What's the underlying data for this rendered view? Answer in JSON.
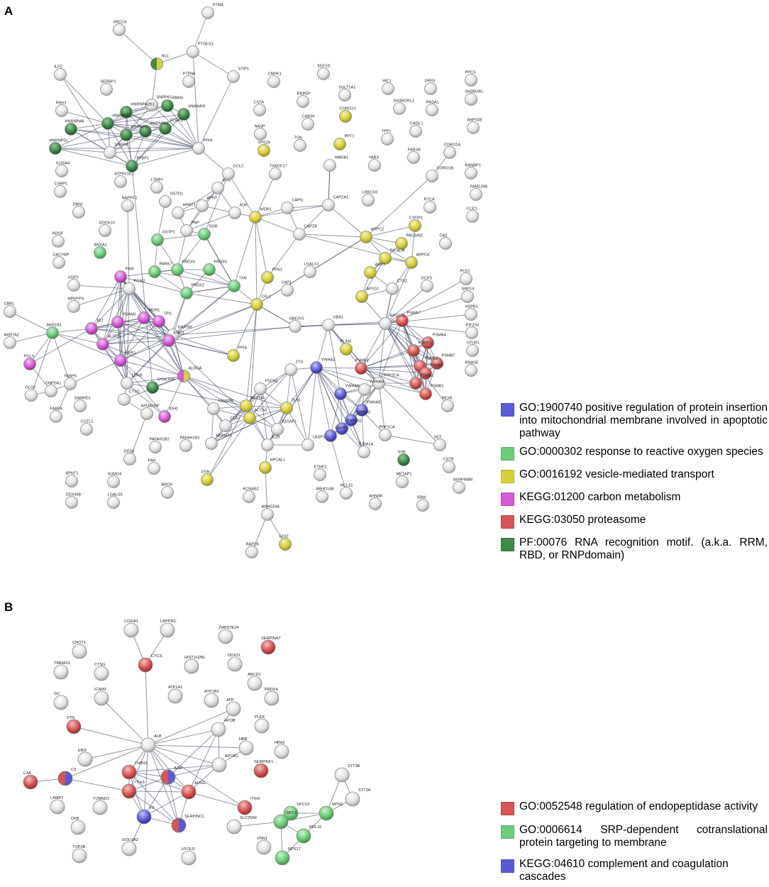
{
  "panel_a": {
    "letter": "A",
    "legend": [
      {
        "color": "#5b5bd6",
        "text": "GO:1900740 positive regulation of protein insertion into mitochondrial membrane involved in apoptotic pathway"
      },
      {
        "color": "#6fcc7a",
        "text": "GO:0000302 response to reactive oxygen species"
      },
      {
        "color": "#d6cf3e",
        "text": "GO:0016192 vesicle-mediated transport"
      },
      {
        "color": "#d35bd6",
        "text": "KEGG:01200 carbon metabolism"
      },
      {
        "color": "#d65656",
        "text": "KEGG:03050 proteasome"
      },
      {
        "color": "#3f8a4a",
        "text": "PF:00076 RNA recognition motif. (a.k.a. RRM, RBD, or RNPdomain)"
      }
    ],
    "nodes": [
      {
        "label": "PTMA",
        "c": "w"
      },
      {
        "label": "XRCC6",
        "c": "w"
      },
      {
        "label": "NCL",
        "c": "gdy"
      },
      {
        "label": "PTGES3",
        "c": "w"
      },
      {
        "label": "STIP1",
        "c": "w"
      },
      {
        "label": "PTPN6",
        "c": "w"
      },
      {
        "label": "ILF2",
        "c": "w"
      },
      {
        "label": "SERBP1",
        "c": "w"
      },
      {
        "label": "RNH1",
        "c": "w"
      },
      {
        "label": "SNRPA1",
        "c": "w"
      },
      {
        "label": "RBMX",
        "c": "gd"
      },
      {
        "label": "HNRNPA2B1",
        "c": "gd"
      },
      {
        "label": "HNRNPR",
        "c": "gd"
      },
      {
        "label": "HNRNPA1",
        "c": "gd"
      },
      {
        "label": "PCBP2",
        "c": "gd"
      },
      {
        "label": "HNRNPAB",
        "c": "gd"
      },
      {
        "label": "HNRNPA3",
        "c": "gd"
      },
      {
        "label": "HNRNPD",
        "c": "gd"
      },
      {
        "label": "SNRPB",
        "c": "w"
      },
      {
        "label": "HNRNPDL",
        "c": "gd"
      },
      {
        "label": "PTBP1",
        "c": "gd"
      },
      {
        "label": "PPIH",
        "c": "w"
      },
      {
        "label": "S100A4",
        "c": "w"
      },
      {
        "label": "ATP6V1E1",
        "c": "w"
      },
      {
        "label": "CSRP1",
        "c": "w"
      },
      {
        "label": "LTA4H",
        "c": "w"
      },
      {
        "label": "DBN1",
        "c": "w"
      },
      {
        "label": "NAPRT1",
        "c": "w"
      },
      {
        "label": "GSTO1",
        "c": "w"
      },
      {
        "label": "HPRT1",
        "c": "w"
      },
      {
        "label": "APRT",
        "c": "w"
      },
      {
        "label": "ATIC",
        "c": "w"
      },
      {
        "label": "GCLC",
        "c": "w"
      },
      {
        "label": "ADK",
        "c": "w"
      },
      {
        "label": "CMPK1",
        "c": "w"
      },
      {
        "label": "EEF1D",
        "c": "w"
      },
      {
        "label": "CSTA",
        "c": "w"
      },
      {
        "label": "RNPEP",
        "c": "w"
      },
      {
        "label": "CAB39",
        "c": "w"
      },
      {
        "label": "NASP",
        "c": "w"
      },
      {
        "label": "VPS29",
        "c": "y"
      },
      {
        "label": "TSN",
        "c": "w"
      },
      {
        "label": "SULT1A1",
        "c": "w"
      },
      {
        "label": "CORO1C",
        "c": "y"
      },
      {
        "label": "PPT1",
        "c": "y"
      },
      {
        "label": "TPP1",
        "c": "w"
      },
      {
        "label": "HMGB1",
        "c": "w"
      },
      {
        "label": "TXNDC17",
        "c": "w"
      },
      {
        "label": "VAT1",
        "c": "w"
      },
      {
        "label": "SH3BGRL3",
        "c": "w"
      },
      {
        "label": "DPP3",
        "c": "w"
      },
      {
        "label": "RASA1",
        "c": "w"
      },
      {
        "label": "CHI3L1",
        "c": "w"
      },
      {
        "label": "PPCS",
        "c": "w"
      },
      {
        "label": "SH3BGRL",
        "c": "w"
      },
      {
        "label": "ANP32E",
        "c": "w"
      },
      {
        "label": "YARS",
        "c": "w"
      },
      {
        "label": "FARSB",
        "c": "w"
      },
      {
        "label": "CORO1A",
        "c": "w"
      },
      {
        "label": "CORO1B",
        "c": "w"
      },
      {
        "label": "RANBP1",
        "c": "w"
      },
      {
        "label": "FAM129B",
        "c": "w"
      },
      {
        "label": "LRRC59",
        "c": "w"
      },
      {
        "label": "CAPZA1",
        "c": "w"
      },
      {
        "label": "CAPG",
        "c": "w"
      },
      {
        "label": "WDR1",
        "c": "y"
      },
      {
        "label": "CAPZB",
        "c": "w"
      },
      {
        "label": "RTCA",
        "c": "w"
      },
      {
        "label": "CLIC1",
        "c": "w"
      },
      {
        "label": "HDGF",
        "c": "w"
      },
      {
        "label": "DOCK10",
        "c": "w"
      },
      {
        "label": "ANXA1",
        "c": "g"
      },
      {
        "label": "CACYBP",
        "c": "w"
      },
      {
        "label": "GSTP1",
        "c": "g"
      },
      {
        "label": "PNP",
        "c": "w"
      },
      {
        "label": "GSR",
        "c": "g"
      },
      {
        "label": "ARPC2",
        "c": "y"
      },
      {
        "label": "CYFIP1",
        "c": "y"
      },
      {
        "label": "PACSIN2",
        "c": "y"
      },
      {
        "label": "CA2",
        "c": "w"
      },
      {
        "label": "PICALM",
        "c": "y"
      },
      {
        "label": "ARPC4",
        "c": "y"
      },
      {
        "label": "UGP2",
        "c": "w"
      },
      {
        "label": "PKM",
        "c": "m"
      },
      {
        "label": "PARK7",
        "c": "g"
      },
      {
        "label": "PRDX6",
        "c": "g"
      },
      {
        "label": "PRDX5",
        "c": "g"
      },
      {
        "label": "TXN",
        "c": "g"
      },
      {
        "label": "PFN1",
        "c": "y"
      },
      {
        "label": "LGALS1",
        "c": "w"
      },
      {
        "label": "ARF1",
        "c": "y"
      },
      {
        "label": "PLEC",
        "c": "w"
      },
      {
        "label": "DCPS",
        "c": "w"
      },
      {
        "label": "SRP14",
        "c": "w"
      },
      {
        "label": "PGM2",
        "c": "w"
      },
      {
        "label": "PRDX2",
        "c": "g"
      },
      {
        "label": "CAP1",
        "c": "w"
      },
      {
        "label": "AP1G1",
        "c": "y"
      },
      {
        "label": "CTSZ",
        "c": "w"
      },
      {
        "label": "HSPB1",
        "c": "w"
      },
      {
        "label": "NPEPPS",
        "c": "w"
      },
      {
        "label": "CBR1",
        "c": "w"
      },
      {
        "label": "PGAM1",
        "c": "m"
      },
      {
        "label": "MDH1",
        "c": "m"
      },
      {
        "label": "TPI1",
        "c": "m"
      },
      {
        "label": "CFL1",
        "c": "y"
      },
      {
        "label": "PSMA7",
        "c": "r"
      },
      {
        "label": "RPS27A",
        "c": "w"
      },
      {
        "label": "AKR1B1",
        "c": "g"
      },
      {
        "label": "TKT",
        "c": "m"
      },
      {
        "label": "GAPDH",
        "c": "w"
      },
      {
        "label": "ENO1",
        "c": "m"
      },
      {
        "label": "UBE2V1",
        "c": "w"
      },
      {
        "label": "UBA1",
        "c": "w"
      },
      {
        "label": "EIF2S3",
        "c": "w"
      },
      {
        "label": "AKR7A2",
        "c": "w"
      },
      {
        "label": "ALDOC",
        "c": "m"
      },
      {
        "label": "PSMA4",
        "c": "r"
      },
      {
        "label": "PSME1",
        "c": "r"
      },
      {
        "label": "PSMB7",
        "c": "r"
      },
      {
        "label": "OTUB1",
        "c": "w"
      },
      {
        "label": "PGLS",
        "c": "m"
      },
      {
        "label": "PGK1",
        "c": "m"
      },
      {
        "label": "PLIN3",
        "c": "y"
      },
      {
        "label": "PPIA",
        "c": "y"
      },
      {
        "label": "PSME2",
        "c": "r"
      },
      {
        "label": "PSMB3",
        "c": "r"
      },
      {
        "label": "PSMB2",
        "c": "r"
      },
      {
        "label": "RNASE",
        "c": "w"
      },
      {
        "label": "ALDOA",
        "c": "my"
      },
      {
        "label": "YWHAZ",
        "c": "b"
      },
      {
        "label": "ZYX",
        "c": "w"
      },
      {
        "label": "PSMA1",
        "c": "r"
      },
      {
        "label": "PSMB1",
        "c": "r"
      },
      {
        "label": "GNPDA1",
        "c": "w"
      },
      {
        "label": "FABP5",
        "c": "w"
      },
      {
        "label": "LDHB",
        "c": "w"
      },
      {
        "label": "SYNCRIP",
        "c": "gd"
      },
      {
        "label": "FSCN1",
        "c": "w"
      },
      {
        "label": "PPP2CA",
        "c": "w"
      },
      {
        "label": "GLO1",
        "c": "w"
      },
      {
        "label": "CTSD",
        "c": "w"
      },
      {
        "label": "YWHAH",
        "c": "w"
      },
      {
        "label": "YWHAB",
        "c": "b"
      },
      {
        "label": "HEXB",
        "c": "w"
      },
      {
        "label": "FAM49B",
        "c": "w"
      },
      {
        "label": "ACTN4",
        "c": "y"
      },
      {
        "label": "TLN1",
        "c": "y"
      },
      {
        "label": "YWHAE",
        "c": "b"
      },
      {
        "label": "FABP4",
        "c": "w"
      },
      {
        "label": "SAMHD1",
        "c": "w"
      },
      {
        "label": "IDH1",
        "c": "m"
      },
      {
        "label": "APOA1BP",
        "c": "w"
      },
      {
        "label": "ACTN1",
        "c": "y"
      },
      {
        "label": "IQGAP1",
        "c": "w"
      },
      {
        "label": "YWHAG",
        "c": "b"
      },
      {
        "label": "YWHAQ",
        "c": "b"
      },
      {
        "label": "COTL1",
        "c": "w"
      },
      {
        "label": "PAFAH1B2",
        "c": "w"
      },
      {
        "label": "PAFAH1B3",
        "c": "w"
      },
      {
        "label": "CLA1",
        "c": "w"
      },
      {
        "label": "FERMT3",
        "c": "w"
      },
      {
        "label": "LASP1",
        "c": "w"
      },
      {
        "label": "PPP1CA",
        "c": "w"
      },
      {
        "label": "SET",
        "c": "w"
      },
      {
        "label": "DDX6",
        "c": "w"
      },
      {
        "label": "CAMK1",
        "c": "b"
      },
      {
        "label": "TUBA1A",
        "c": "w"
      },
      {
        "label": "SSB",
        "c": "gd"
      },
      {
        "label": "CSTB",
        "c": "w"
      },
      {
        "label": "BPNT1",
        "c": "w"
      },
      {
        "label": "SUMO4",
        "c": "w"
      },
      {
        "label": "FAH",
        "c": "w"
      },
      {
        "label": "GSN",
        "c": "y"
      },
      {
        "label": "EZR",
        "c": "w"
      },
      {
        "label": "HPCAL1",
        "c": "y"
      },
      {
        "label": "ETHE1",
        "c": "w"
      },
      {
        "label": "HCLS1",
        "c": "w"
      },
      {
        "label": "METAP1",
        "c": "w"
      },
      {
        "label": "SERPINB8",
        "c": "w"
      },
      {
        "label": "BROX",
        "c": "w"
      },
      {
        "label": "DDX39B",
        "c": "w"
      },
      {
        "label": "LGALS9",
        "c": "w"
      },
      {
        "label": "KCNAB2",
        "c": "w"
      },
      {
        "label": "ABHD14B",
        "c": "w"
      },
      {
        "label": "AHNAK",
        "c": "w"
      },
      {
        "label": "SRM",
        "c": "w"
      },
      {
        "label": "ARHGDIA",
        "c": "w"
      },
      {
        "label": "RAP2B",
        "c": "w"
      },
      {
        "label": "GDI2",
        "c": "y"
      }
    ]
  },
  "panel_b": {
    "letter": "B",
    "legend": [
      {
        "color": "#d65656",
        "text": "GO:0052548 regulation of endopeptidase activity"
      },
      {
        "color": "#6fcc7a",
        "text": "GO:0006614 SRP-dependent cotranslational protein targeting to membrane"
      },
      {
        "color": "#5b5bd6",
        "text": "KEGG:04610 complement and coagulation cascades"
      }
    ],
    "nodes": [
      {
        "label": "COX4I1",
        "c": "w"
      },
      {
        "label": "LRPPRC",
        "c": "w"
      },
      {
        "label": "ZMPSTE24",
        "c": "w"
      },
      {
        "label": "SERPINA7",
        "c": "r"
      },
      {
        "label": "CNOT1",
        "c": "w"
      },
      {
        "label": "CYCS",
        "c": "r"
      },
      {
        "label": "HIST1H2BL",
        "c": "w"
      },
      {
        "label": "DDX21",
        "c": "w"
      },
      {
        "label": "TMEM33",
        "c": "w"
      },
      {
        "label": "CTSG",
        "c": "w"
      },
      {
        "label": "ABCD1",
        "c": "w"
      },
      {
        "label": "GC",
        "c": "w"
      },
      {
        "label": "ICAM1",
        "c": "w"
      },
      {
        "label": "ATP1A1",
        "c": "w"
      },
      {
        "label": "ATP1B3",
        "c": "w"
      },
      {
        "label": "PRDX4",
        "c": "w"
      },
      {
        "label": "AFP",
        "c": "w"
      },
      {
        "label": "VTN",
        "c": "r"
      },
      {
        "label": "APOB",
        "c": "w"
      },
      {
        "label": "PLEK",
        "c": "w"
      },
      {
        "label": "ALB",
        "c": "w"
      },
      {
        "label": "HBB",
        "c": "w"
      },
      {
        "label": "HBA2",
        "c": "w"
      },
      {
        "label": "EBI3",
        "c": "w"
      },
      {
        "label": "APOA1",
        "c": "w"
      },
      {
        "label": "SERPINF1",
        "c": "r"
      },
      {
        "label": "THBS1",
        "c": "r"
      },
      {
        "label": "A2M",
        "c": "rb"
      },
      {
        "label": "C3",
        "c": "rb"
      },
      {
        "label": "C4A",
        "c": "r"
      },
      {
        "label": "ITIH3",
        "c": "r"
      },
      {
        "label": "AHSG",
        "c": "r"
      },
      {
        "label": "ITIH2",
        "c": "r"
      },
      {
        "label": "STT3B",
        "c": "w"
      },
      {
        "label": "SPCS2",
        "c": "g"
      },
      {
        "label": "RPN2",
        "c": "g"
      },
      {
        "label": "STT3A",
        "c": "w"
      },
      {
        "label": "LAMP2",
        "c": "w"
      },
      {
        "label": "TOMM22",
        "c": "w"
      },
      {
        "label": "F5",
        "c": "b"
      },
      {
        "label": "SLC25A6",
        "c": "w"
      },
      {
        "label": "RPL3",
        "c": "g"
      },
      {
        "label": "RPL10",
        "c": "g"
      },
      {
        "label": "CKB",
        "c": "w"
      },
      {
        "label": "SERPINC1",
        "c": "rb"
      },
      {
        "label": "VNN1",
        "c": "w"
      },
      {
        "label": "GOLGA2",
        "c": "w"
      },
      {
        "label": "HYOU1",
        "c": "w"
      },
      {
        "label": "TOP2B",
        "c": "w"
      },
      {
        "label": "RPS17",
        "c": "g"
      }
    ]
  }
}
